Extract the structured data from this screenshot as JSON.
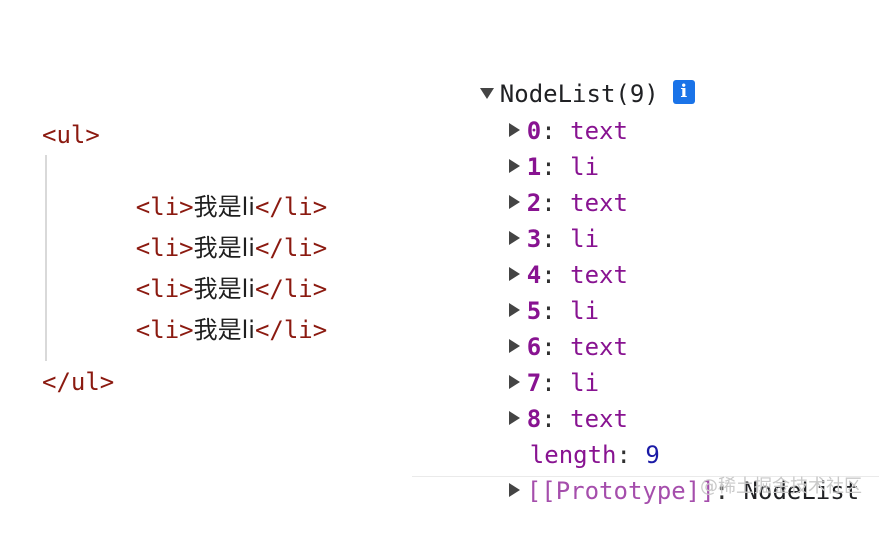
{
  "code": {
    "ul_open": "<ul>",
    "li_open": "<li>",
    "li_text": "我是li",
    "li_close": "</li>",
    "ul_close": "</ul>"
  },
  "console": {
    "header_label": "NodeList(9)",
    "info_glyph": "i",
    "items": [
      {
        "index": "0",
        "value": "text"
      },
      {
        "index": "1",
        "value": "li"
      },
      {
        "index": "2",
        "value": "text"
      },
      {
        "index": "3",
        "value": "li"
      },
      {
        "index": "4",
        "value": "text"
      },
      {
        "index": "5",
        "value": "li"
      },
      {
        "index": "6",
        "value": "text"
      },
      {
        "index": "7",
        "value": "li"
      },
      {
        "index": "8",
        "value": "text"
      }
    ],
    "length_key": "length",
    "length_value": "9",
    "prototype_key": "[[Prototype]]",
    "prototype_value": "NodeList"
  },
  "watermark": "@稀土掘金技术社区",
  "colors": {
    "tag": "#8b1a10",
    "index": "#881391",
    "number": "#1a1aa6",
    "info": "#1a73e8"
  }
}
